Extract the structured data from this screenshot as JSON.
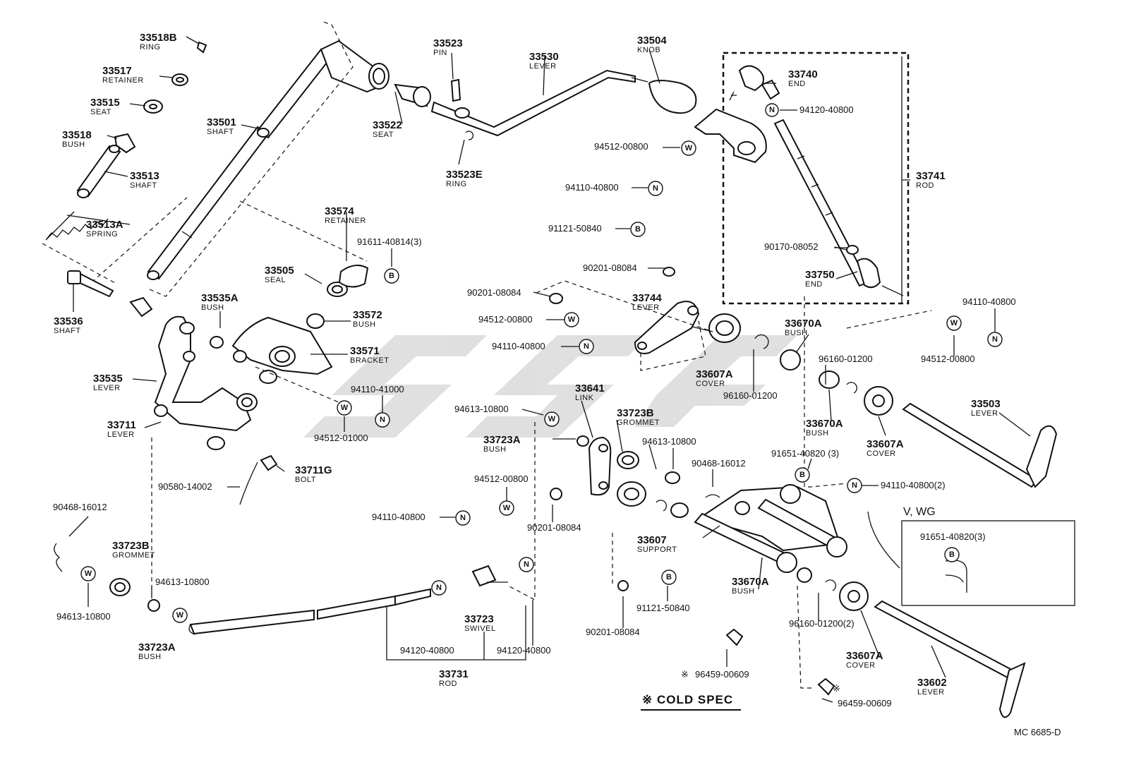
{
  "parts": [
    {
      "id": "p33518B",
      "number": "33518B",
      "name": "RING"
    },
    {
      "id": "p33517",
      "number": "33517",
      "name": "RETAINER"
    },
    {
      "id": "p33515",
      "number": "33515",
      "name": "SEAT"
    },
    {
      "id": "p33518",
      "number": "33518",
      "name": "BUSH"
    },
    {
      "id": "p33513",
      "number": "33513",
      "name": "SHAFT"
    },
    {
      "id": "p33513A",
      "number": "33513A",
      "name": "SPRING"
    },
    {
      "id": "p33536",
      "number": "33536",
      "name": "SHAFT"
    },
    {
      "id": "p33501",
      "number": "33501",
      "name": "SHAFT"
    },
    {
      "id": "p33522",
      "number": "33522",
      "name": "SEAT"
    },
    {
      "id": "p33523",
      "number": "33523",
      "name": "PIN"
    },
    {
      "id": "p33523E",
      "number": "33523E",
      "name": "RING"
    },
    {
      "id": "p33530",
      "number": "33530",
      "name": "LEVER"
    },
    {
      "id": "p33504",
      "number": "33504",
      "name": "KNOB"
    },
    {
      "id": "p33740",
      "number": "33740",
      "name": "END"
    },
    {
      "id": "p33741",
      "number": "33741",
      "name": "ROD"
    },
    {
      "id": "p33750",
      "number": "33750",
      "name": "END"
    },
    {
      "id": "p33574",
      "number": "33574",
      "name": "RETAINER"
    },
    {
      "id": "p33505",
      "number": "33505",
      "name": "SEAL"
    },
    {
      "id": "p33535A",
      "number": "33535A",
      "name": "BUSH"
    },
    {
      "id": "p33572",
      "number": "33572",
      "name": "BUSH"
    },
    {
      "id": "p33571",
      "number": "33571",
      "name": "BRACKET"
    },
    {
      "id": "p33535",
      "number": "33535",
      "name": "LEVER"
    },
    {
      "id": "p33711",
      "number": "33711",
      "name": "LEVER"
    },
    {
      "id": "p33711G",
      "number": "33711G",
      "name": "BOLT"
    },
    {
      "id": "p33744",
      "number": "33744",
      "name": "LEVER"
    },
    {
      "id": "p33607A_1",
      "number": "33607A",
      "name": "COVER"
    },
    {
      "id": "p33670A_1",
      "number": "33670A",
      "name": "BUSH"
    },
    {
      "id": "p33670A_2",
      "number": "33670A",
      "name": "BUSH"
    },
    {
      "id": "p33607A_2",
      "number": "33607A",
      "name": "COVER"
    },
    {
      "id": "p33503",
      "number": "33503",
      "name": "LEVER"
    },
    {
      "id": "p33641",
      "number": "33641",
      "name": "LINK"
    },
    {
      "id": "p33723B_1",
      "number": "33723B",
      "name": "GROMMET"
    },
    {
      "id": "p33723A_1",
      "number": "33723A",
      "name": "BUSH"
    },
    {
      "id": "p33607",
      "number": "33607",
      "name": "SUPPORT"
    },
    {
      "id": "p33670A_3",
      "number": "33670A",
      "name": "BUSH"
    },
    {
      "id": "p33607A_3",
      "number": "33607A",
      "name": "COVER"
    },
    {
      "id": "p33602",
      "number": "33602",
      "name": "LEVER"
    },
    {
      "id": "p33723B_2",
      "number": "33723B",
      "name": "GROMMET"
    },
    {
      "id": "p33723A_2",
      "number": "33723A",
      "name": "BUSH"
    },
    {
      "id": "p33723",
      "number": "33723",
      "name": "SWIVEL"
    },
    {
      "id": "p33731",
      "number": "33731",
      "name": "ROD"
    }
  ],
  "refs": [
    {
      "id": "r1",
      "text": "94120-40800"
    },
    {
      "id": "r2",
      "text": "94512-00800"
    },
    {
      "id": "r3",
      "text": "94110-40800"
    },
    {
      "id": "r4",
      "text": "91121-50840"
    },
    {
      "id": "r5",
      "text": "91611-40814(3)"
    },
    {
      "id": "r6",
      "text": "90170-08052"
    },
    {
      "id": "r7",
      "text": "90201-08084"
    },
    {
      "id": "r8",
      "text": "90201-08084"
    },
    {
      "id": "r9",
      "text": "94512-00800"
    },
    {
      "id": "r10",
      "text": "94110-40800"
    },
    {
      "id": "r11",
      "text": "94110-40800"
    },
    {
      "id": "r12",
      "text": "94512-00800"
    },
    {
      "id": "r13",
      "text": "94110-41000"
    },
    {
      "id": "r14",
      "text": "94512-01000"
    },
    {
      "id": "r15",
      "text": "94613-10800"
    },
    {
      "id": "r16",
      "text": "96160-01200"
    },
    {
      "id": "r17",
      "text": "96160-01200"
    },
    {
      "id": "r18",
      "text": "91651-40820 (3)"
    },
    {
      "id": "r19",
      "text": "94613-10800"
    },
    {
      "id": "r20",
      "text": "90468-16012"
    },
    {
      "id": "r21",
      "text": "94110-40800(2)"
    },
    {
      "id": "r22",
      "text": "94512-00800"
    },
    {
      "id": "r23",
      "text": "90201-08084"
    },
    {
      "id": "r24",
      "text": "94110-40800"
    },
    {
      "id": "r25",
      "text": "90580-14002"
    },
    {
      "id": "r26",
      "text": "90468-16012"
    },
    {
      "id": "r27",
      "text": "94613-10800"
    },
    {
      "id": "r28",
      "text": "94613-10800"
    },
    {
      "id": "r29",
      "text": "91121-50840"
    },
    {
      "id": "r30",
      "text": "90201-08084"
    },
    {
      "id": "r31",
      "text": "96160-01200(2)"
    },
    {
      "id": "r32",
      "text": "96459-00609"
    },
    {
      "id": "r33",
      "text": "96459-00609"
    },
    {
      "id": "r34",
      "text": "94120-40800"
    },
    {
      "id": "r35",
      "text": "94120-40800"
    },
    {
      "id": "r36",
      "text": "91651-40820(3)"
    }
  ],
  "symbols": {
    "n": "N",
    "w": "W",
    "b": "B",
    "cold": "※"
  },
  "inset_title": "V, WG",
  "cold_spec": "※ COLD SPEC",
  "diagram_code": "MC  6685-D"
}
